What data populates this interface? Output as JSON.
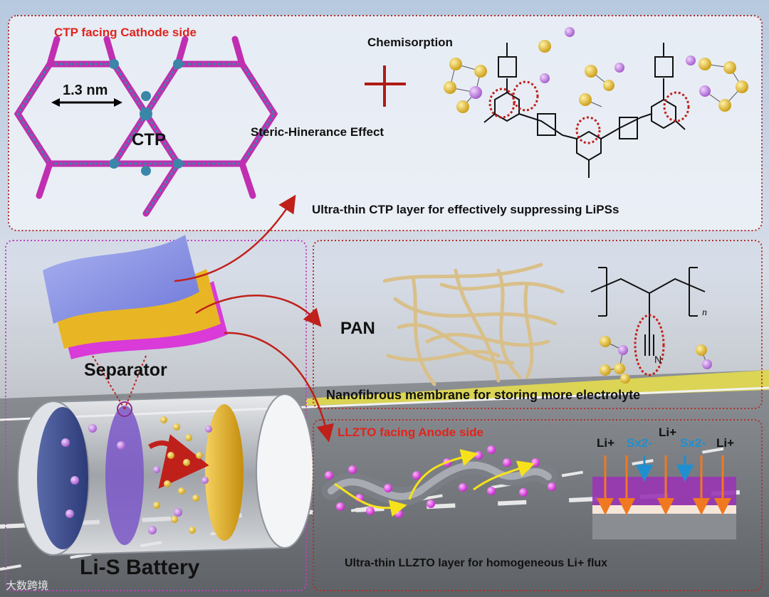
{
  "top_panel": {
    "ctp_side_title": "CTP facing Cathode side",
    "pore_size": "1.3 nm",
    "ctp_label": "CTP",
    "chemisorption": "Chemisorption",
    "steric_label": "Steric-Hinerance Effect",
    "caption": "Ultra-thin CTP layer for effectively suppressing LiPSs"
  },
  "left_panel": {
    "separator": "Separator",
    "battery": "Li-S Battery"
  },
  "pan_panel": {
    "pan_label": "PAN",
    "subscript_n": "n",
    "nitrogen": "N",
    "caption": "Nanofibrous membrane for storing more electrolyte"
  },
  "llzto_panel": {
    "title": "LLZTO facing Anode side",
    "li_plus": "Li+",
    "sx": "Sx2-",
    "caption": "Ultra-thin LLZTO layer for homogeneous Li+ flux"
  },
  "watermark": "大数跨境",
  "colors": {
    "accent_red": "#e0241c",
    "frame_red": "#b0302a",
    "framework_magenta": "#c02fb0",
    "framework_blue": "#3a86a8",
    "sulfur_yellow": "#e3b21b",
    "lithium_purple": "#c77ee0",
    "fiber_tan": "#d9c08a",
    "particle_magenta": "#d233d6",
    "arrow_orange": "#f07820",
    "arrow_blue": "#1f8fd0"
  }
}
